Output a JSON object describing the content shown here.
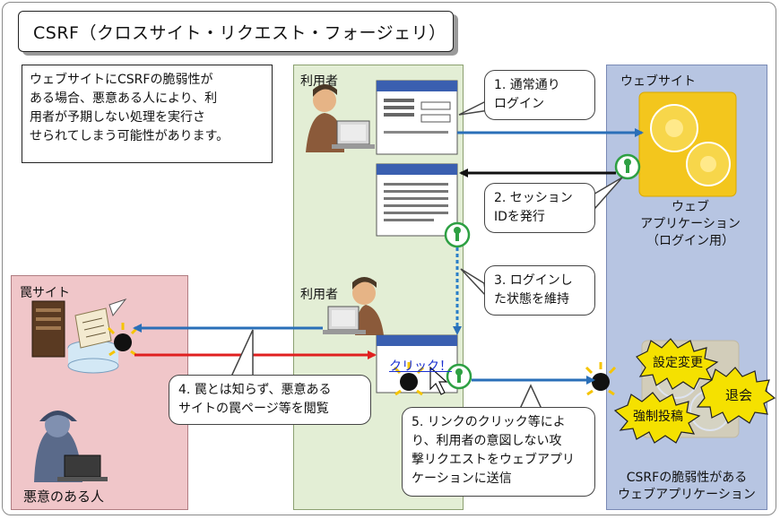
{
  "title": "CSRF（クロスサイト・リクエスト・フォージェリ）",
  "description": [
    "ウェブサイトにCSRFの脆弱性が",
    "ある場合、悪意ある人により、利",
    "用者が予期しない処理を実行さ",
    "せられてしまう可能性があります。"
  ],
  "zones": {
    "user": {
      "label1": "利用者",
      "label2": "利用者"
    },
    "website": {
      "label": "ウェブサイト"
    },
    "trap": {
      "label": "罠サイト",
      "attacker": "悪意のある人"
    }
  },
  "webapp_login": {
    "line1": "ウェブ",
    "line2": "アプリケーション",
    "line3": "（ログイン用）"
  },
  "webapp_vuln": {
    "line1": "CSRFの脆弱性がある",
    "line2": "ウェブアプリケーション"
  },
  "steps": {
    "s1": {
      "line1": "1. 通常通り",
      "line2": "ログイン"
    },
    "s2": {
      "line1": "2. セッション",
      "line2": "IDを発行"
    },
    "s3": {
      "line1": "3. ログインし",
      "line2": "た状態を維持"
    },
    "s4": {
      "line1": "4. 罠とは知らず、悪意ある",
      "line2": "サイトの罠ページ等を閲覧"
    },
    "s5": {
      "line1": "5. リンクのクリック等によ",
      "line2": "り、利用者の意図しない攻",
      "line3": "撃リクエストをウェブアプリ",
      "line4": "ケーションに送信"
    }
  },
  "click_link": "クリック！",
  "actions": [
    "設定変更",
    "退会",
    "強制投稿"
  ],
  "colors": {
    "blue_arrow": "#2a6fb8",
    "red_arrow": "#e02020",
    "black_arrow": "#111111",
    "dotted_arrow": "#2a7ec8",
    "gear": "#f3c61d",
    "key": "#2ea043"
  }
}
